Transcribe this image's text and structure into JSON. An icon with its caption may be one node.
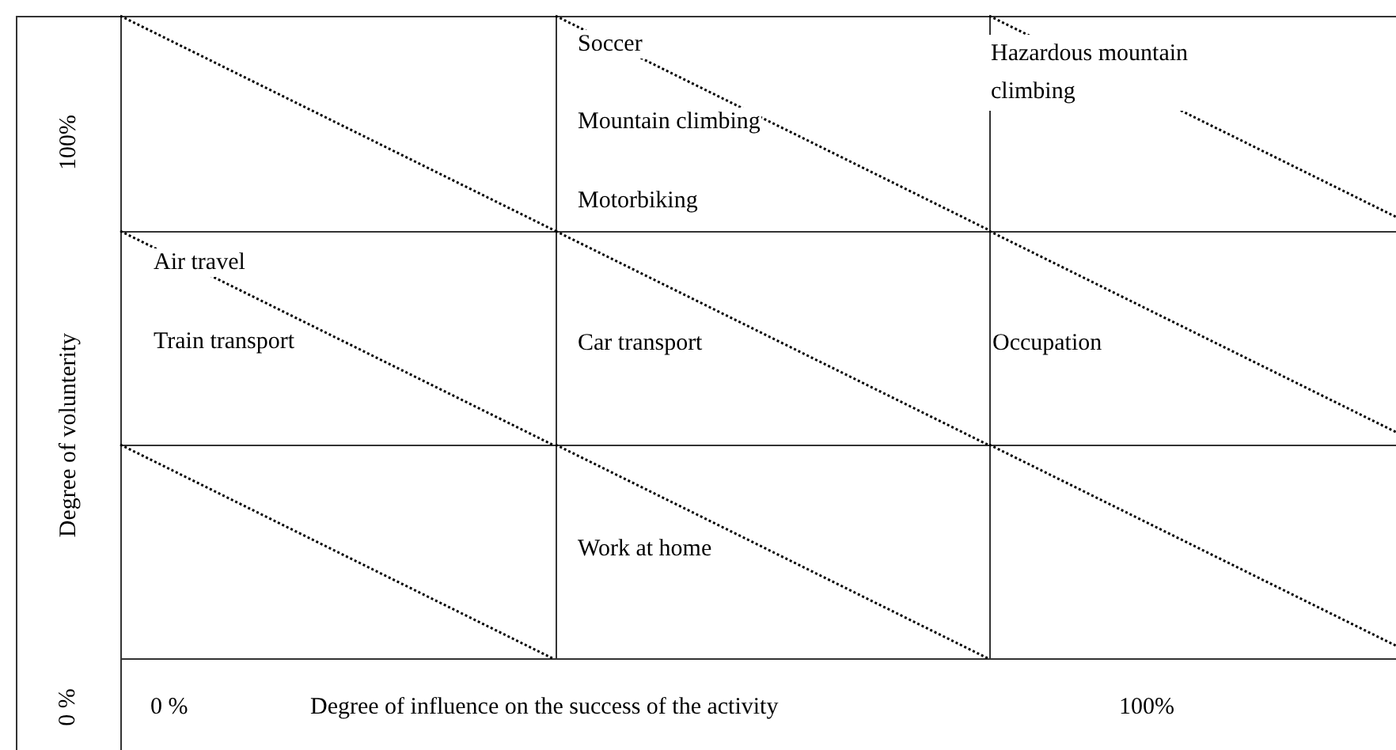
{
  "diagram": {
    "labels": [
      "100%",
      "Degree of volunterity",
      "0 %",
      "Soccer",
      "Mountain climbing",
      "Motorbiking",
      "Hazardous mountain climbing",
      "Air travel",
      "Train transport",
      "Car transport",
      "Occupation",
      "Work at home",
      "0 %",
      "Degree of influence on the success of the activity",
      "100%"
    ]
  }
}
